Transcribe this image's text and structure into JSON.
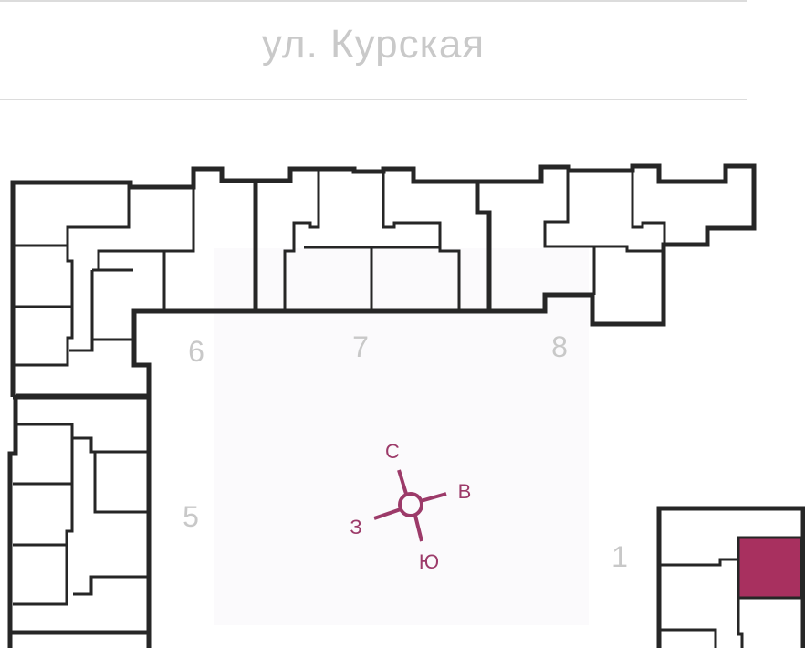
{
  "street": {
    "name": "ул. Курская"
  },
  "sections": [
    {
      "label": "6"
    },
    {
      "label": "7"
    },
    {
      "label": "8"
    },
    {
      "label": "5"
    },
    {
      "label": "1"
    }
  ],
  "compass": {
    "north": "С",
    "east": "В",
    "west": "З",
    "south": "Ю"
  },
  "colors": {
    "accent": "#a8305f",
    "wall": "#262626",
    "courtyard": "#fbfafc",
    "label": "#c8c8c8"
  },
  "selected_unit": {
    "section": "1"
  }
}
